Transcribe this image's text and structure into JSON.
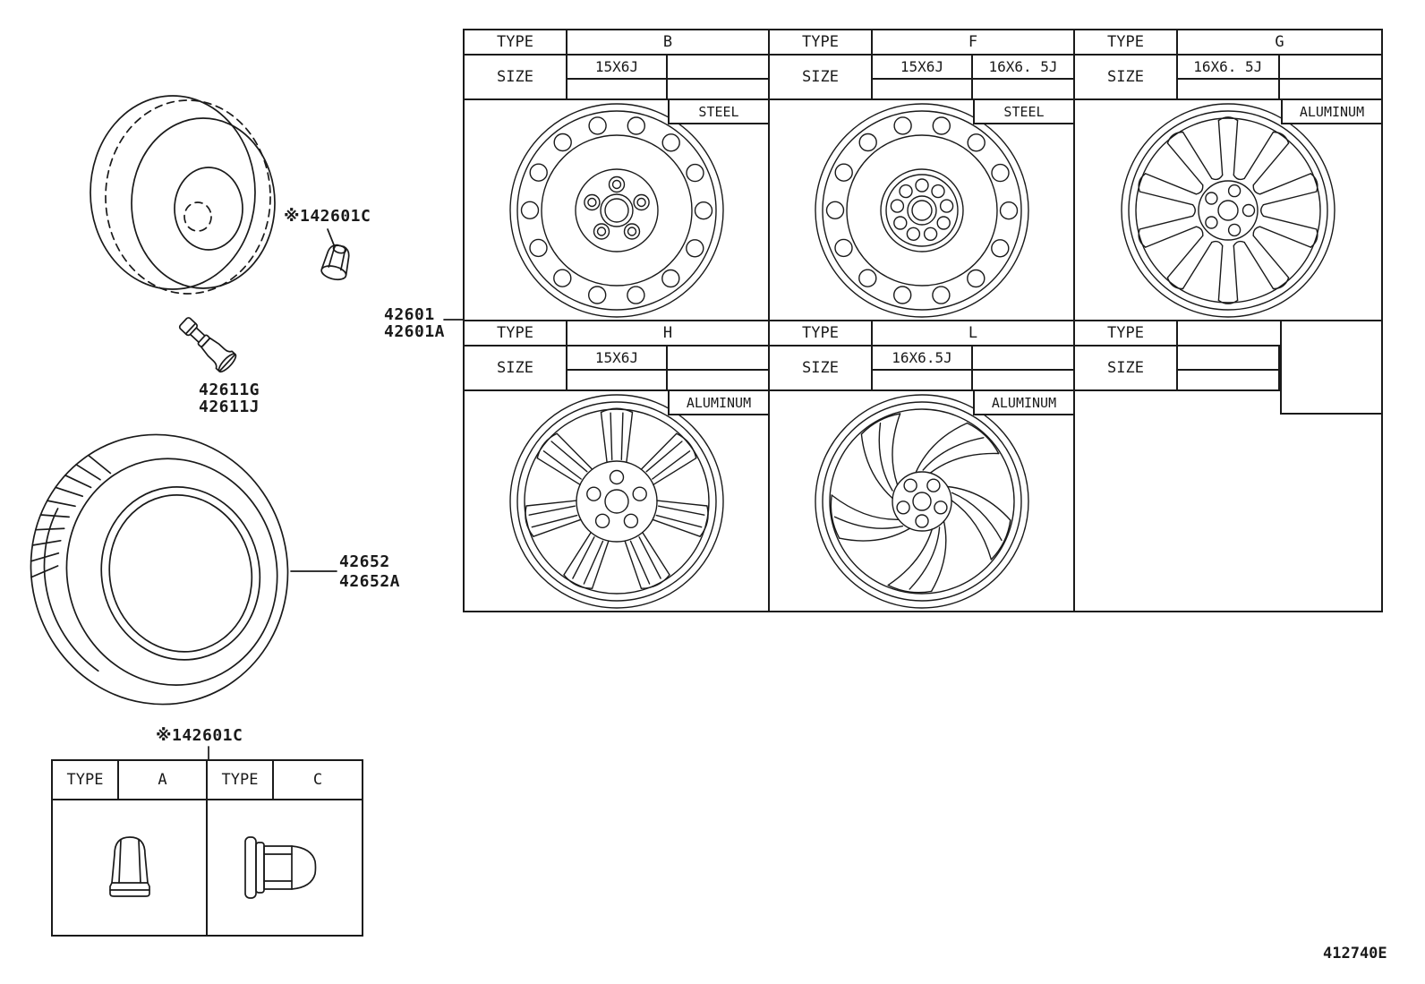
{
  "page": {
    "footer_code": "412740E"
  },
  "callouts": {
    "nut_top": "※142601C",
    "wheel_no_1": "42601",
    "wheel_no_2": "42601A",
    "valve_no_1": "42611G",
    "valve_no_2": "42611J",
    "tire_no_1": "42652",
    "tire_no_2": "42652A",
    "nut_bottom": "※142601C"
  },
  "grid": {
    "cells": [
      {
        "type_label": "TYPE",
        "type_value": "B",
        "size_label": "SIZE",
        "size1": "15X6J",
        "size2": "",
        "material": "STEEL",
        "wheel": "steel-b"
      },
      {
        "type_label": "TYPE",
        "type_value": "F",
        "size_label": "SIZE",
        "size1": "15X6J",
        "size2": "16X6. 5J",
        "material": "STEEL",
        "wheel": "steel-f"
      },
      {
        "type_label": "TYPE",
        "type_value": "G",
        "size_label": "SIZE",
        "size1": "16X6. 5J",
        "size2": "",
        "material": "ALUMINUM",
        "wheel": "alum-10"
      },
      {
        "type_label": "TYPE",
        "type_value": "H",
        "size_label": "SIZE",
        "size1": "15X6J",
        "size2": "",
        "material": "ALUMINUM",
        "wheel": "alum-7"
      },
      {
        "type_label": "TYPE",
        "type_value": "L",
        "size_label": "SIZE",
        "size1": "16X6.5J",
        "size2": "",
        "material": "ALUMINUM",
        "wheel": "alum-5"
      },
      {
        "type_label": "TYPE",
        "type_value": "",
        "size_label": "SIZE",
        "size1": "",
        "size2": "",
        "material": "",
        "wheel": ""
      }
    ]
  },
  "nut_table": {
    "cols": [
      {
        "type_label": "TYPE",
        "type_value": "A"
      },
      {
        "type_label": "TYPE",
        "type_value": "C"
      }
    ]
  }
}
